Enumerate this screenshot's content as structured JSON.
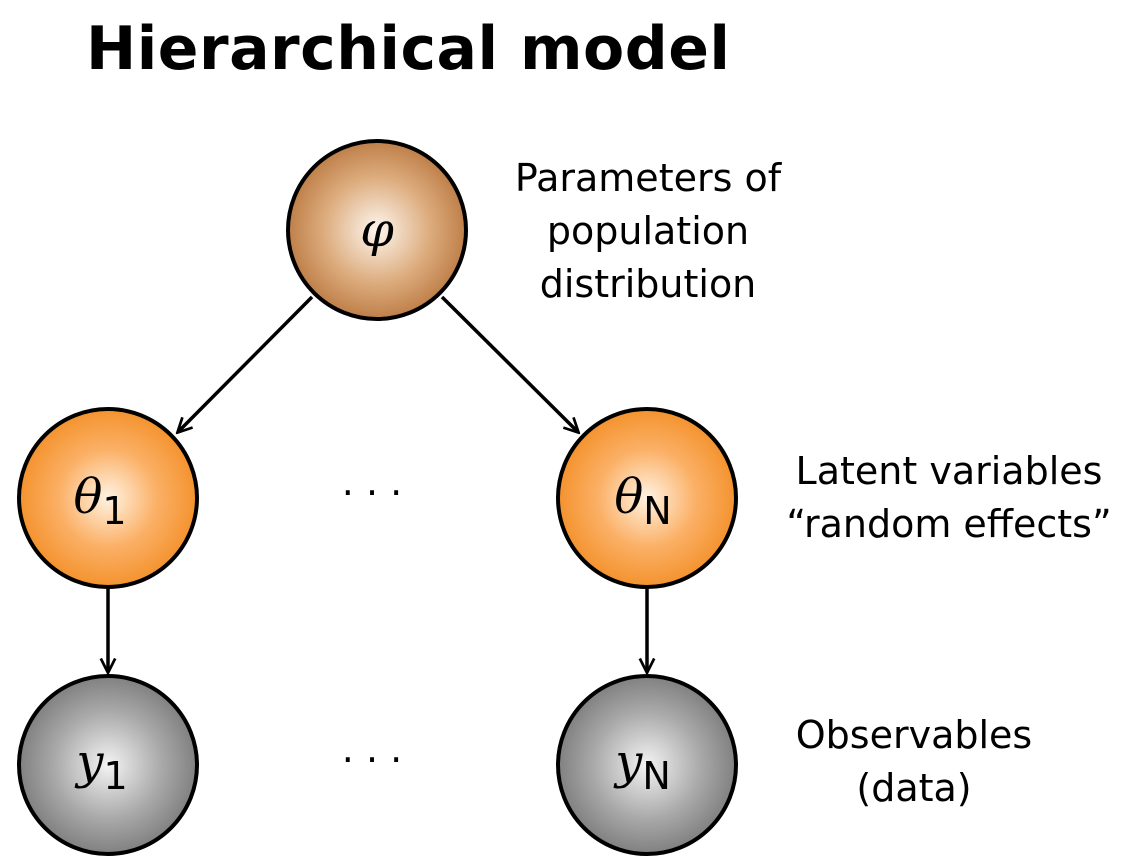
{
  "title": "Hierarchical model",
  "nodes": {
    "phi": {
      "symbol": "φ",
      "role": "population-parameter"
    },
    "theta_1": {
      "symbol": "θ",
      "subscript": "1",
      "role": "latent-variable"
    },
    "theta_N": {
      "symbol": "θ",
      "subscript": "N",
      "role": "latent-variable"
    },
    "y_1": {
      "symbol": "y",
      "subscript": "1",
      "role": "observable"
    },
    "y_N": {
      "symbol": "y",
      "subscript": "N",
      "role": "observable"
    }
  },
  "ellipsis": {
    "latent": "· · ·",
    "observable": "· · ·"
  },
  "labels": {
    "population": [
      "Parameters of",
      "population",
      "distribution"
    ],
    "latent": [
      "Latent variables",
      "“random effects”"
    ],
    "observable": [
      "Observables",
      "(data)"
    ]
  },
  "edges": [
    {
      "from": "phi",
      "to": "theta_1"
    },
    {
      "from": "phi",
      "to": "theta_N"
    },
    {
      "from": "theta_1",
      "to": "y_1"
    },
    {
      "from": "theta_N",
      "to": "y_N"
    }
  ],
  "colors": {
    "population_node": "#c98a52",
    "latent_node": "#f7922f",
    "observable_node": "#8a8a8a",
    "outline": "#000000"
  }
}
